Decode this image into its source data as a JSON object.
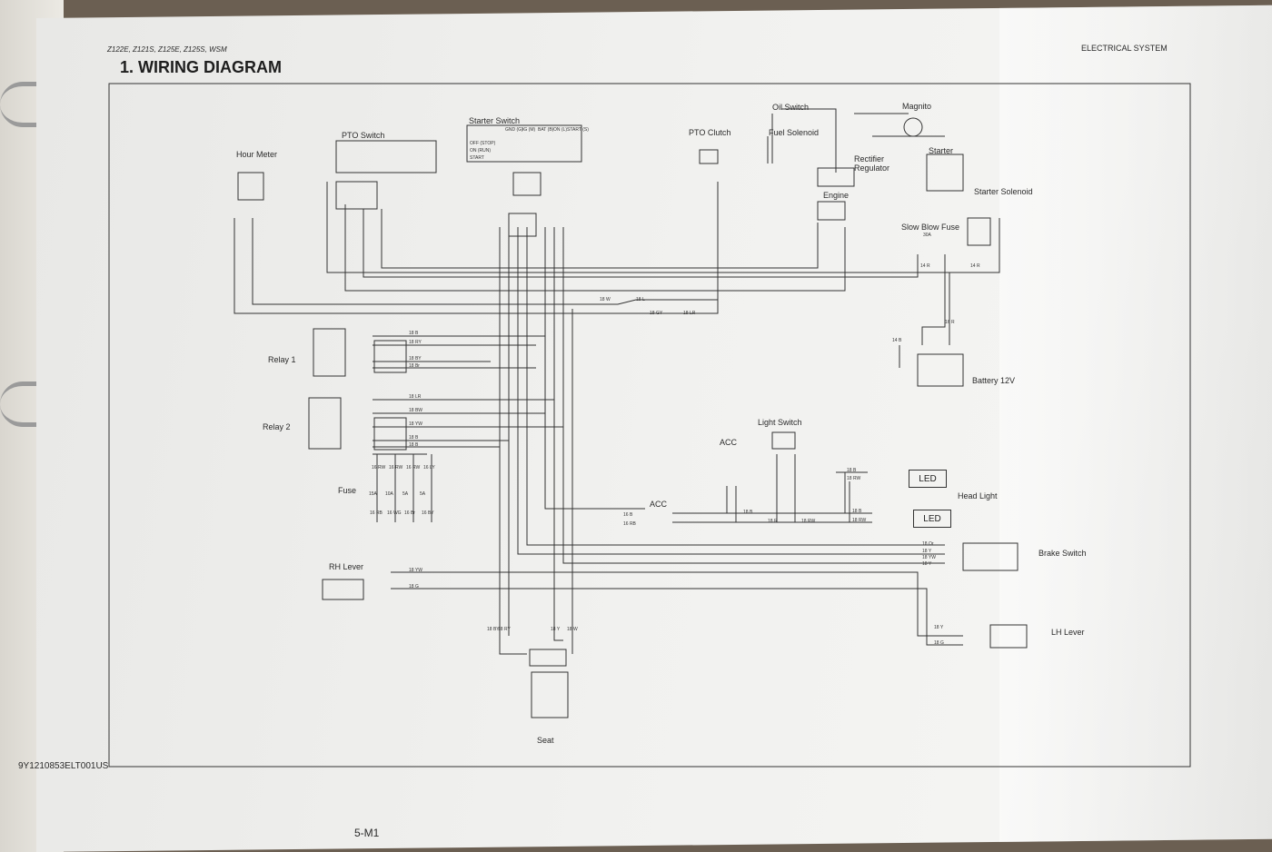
{
  "header": {
    "models": "Z122E, Z121S, Z125E, Z125S, WSM",
    "section": "ELECTRICAL SYSTEM",
    "title": "1.  WIRING DIAGRAM"
  },
  "components": {
    "hour_meter": "Hour Meter",
    "pto_switch": "PTO Switch",
    "starter_switch": "Starter Switch",
    "pto_clutch": "PTO Clutch",
    "oil_switch": "Oil Switch",
    "fuel_solenoid": "Fuel Solenoid",
    "magnito": "Magnito",
    "starter": "Starter",
    "rectifier_regulator_1": "Rectifier",
    "rectifier_regulator_2": "Regulator",
    "engine": "Engine",
    "starter_solenoid": "Starter Solenoid",
    "slow_blow_fuse": "Slow Blow Fuse",
    "slow_blow_rating": "30A",
    "battery": "Battery 12V",
    "relay_1": "Relay 1",
    "relay_2": "Relay 2",
    "light_switch": "Light Switch",
    "acc_1": "ACC",
    "acc_2": "ACC",
    "fuse": "Fuse",
    "head_light": "Head Light",
    "led_1": "LED",
    "led_2": "LED",
    "brake_switch": "Brake Switch",
    "rh_lever": "RH Lever",
    "lh_lever": "LH Lever",
    "seat": "Seat"
  },
  "starter_switch_table": {
    "columns": [
      "GND (G)",
      "IG (M)",
      "BAT (B)",
      "ON (L)",
      "START (S)"
    ],
    "rows": [
      "OFF (STOP)",
      "ON (RUN)",
      "START"
    ]
  },
  "fuses": [
    "15A",
    "10A",
    "5A",
    "5A"
  ],
  "wire_labels": {
    "fuse_top": [
      "16 RW",
      "16 RW",
      "16 RW",
      "16 LY"
    ],
    "fuse_bottom": [
      "16 RB",
      "16 WG",
      "16 Br",
      "16 BY"
    ],
    "relay1": [
      "18 B",
      "18 RY",
      "18 BY",
      "18 Br"
    ],
    "relay2": [
      "18 LR",
      "18 BW",
      "18 YW",
      "18 B",
      "18 B"
    ],
    "pto_clutch": [
      "18 W",
      "18 L",
      "18 GY",
      "18 LR"
    ],
    "headlight": [
      "18 B",
      "18 RW",
      "18 B",
      "18 RW"
    ],
    "acc": [
      "16 B",
      "16 RB",
      "18 B",
      "18 R",
      "18 RW"
    ],
    "brake": [
      "18 Or",
      "18 Y",
      "18 YW",
      "18 Y"
    ],
    "rh_lever": [
      "18 YW",
      "18 G"
    ],
    "lh_lever": [
      "18 Y",
      "18 G"
    ],
    "battery": [
      "14 B",
      "16 R",
      "14 R",
      "14 R"
    ],
    "seat": [
      "18 BY",
      "18 RY",
      "18 Y",
      "18 W"
    ]
  },
  "footer": {
    "code": "9Y1210853ELT001US",
    "page": "5-M1"
  }
}
